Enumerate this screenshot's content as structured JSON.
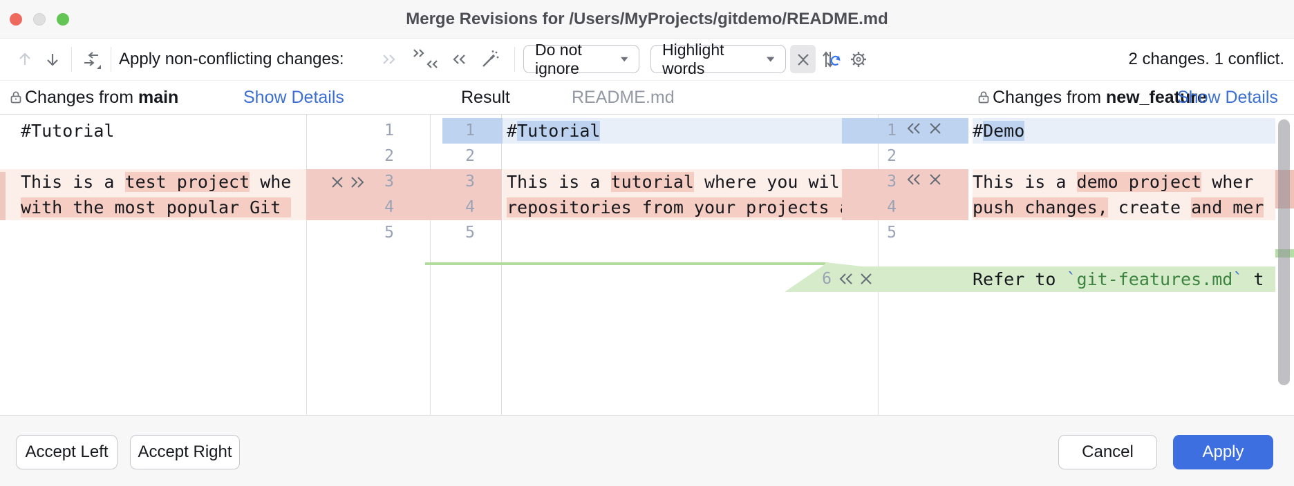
{
  "window": {
    "title": "Merge Revisions for /Users/MyProjects/gitdemo/README.md",
    "traffic_lights": [
      "close",
      "minimize-disabled",
      "zoom"
    ]
  },
  "toolbar": {
    "apply_label": "Apply non-conflicting changes:",
    "ignore_select_value": "Do not ignore",
    "highlight_select_value": "Highlight words",
    "status": "2 changes. 1 conflict.",
    "icons": [
      "previous-change",
      "next-change",
      "apply-all-non-conflicting-changes",
      "apply-non-conflicting-left",
      "apply-non-conflicting-both",
      "apply-non-conflicting-right",
      "magic-resolve",
      "collapse-unchanged-fragments",
      "synchronize-scrolling",
      "settings-gear"
    ]
  },
  "panes": {
    "left": {
      "label": "Changes from ",
      "branch": "main",
      "link": "Show Details"
    },
    "result": {
      "label": "Result",
      "file": "README.md"
    },
    "right": {
      "label": "Changes from ",
      "branch": "new_feature",
      "link": "Show Details"
    }
  },
  "editor": {
    "left": {
      "numbers": [
        "1",
        "2",
        "3",
        "4",
        "5"
      ],
      "line1": "#Tutorial",
      "line3": [
        "This is a ",
        "test project",
        " whe"
      ],
      "line4": "with the most popular Git "
    },
    "result": {
      "numbers": [
        "1",
        "2",
        "3",
        "4",
        "5"
      ],
      "line1": [
        "#",
        "Tutorial"
      ],
      "line3": [
        "This is a ",
        "tutorial",
        " where you wil"
      ],
      "line4": "repositories from your projects a"
    },
    "right": {
      "numbers": [
        "1",
        "2",
        "3",
        "4",
        "5",
        "6"
      ],
      "line1": [
        "#",
        "Demo"
      ],
      "line3": [
        "This is a ",
        "demo project",
        " wher"
      ],
      "line4": [
        "push changes,",
        " create ",
        "and mer"
      ],
      "line6": [
        "Refer to ",
        "`",
        "git-features.md",
        "`",
        " t"
      ]
    }
  },
  "buttons": {
    "accept_left": "Accept Left",
    "accept_right": "Accept Right",
    "cancel": "Cancel",
    "apply": "Apply"
  },
  "colors": {
    "conflict_line_bg": "#fceee9",
    "conflict_word_bg": "#f5cdc3",
    "change_line_bg": "#e9eff9",
    "change_word_bg": "#bed3ef",
    "insert_bg": "#d5ebca",
    "link_blue": "#3b6fd4",
    "apply_button_blue": "#3e6fe1"
  }
}
